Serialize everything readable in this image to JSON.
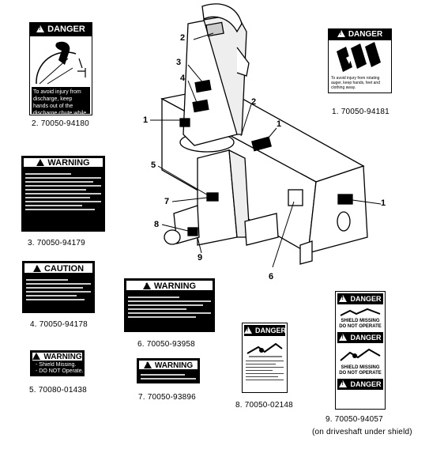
{
  "decals": {
    "d1": {
      "number": "1. 70050-94181",
      "header": "DANGER",
      "text": "To avoid injury from rotating auger, keep hands, feet and clothing away."
    },
    "d2": {
      "number": "2. 70050-94180",
      "header": "DANGER",
      "text": "To avoid injury from discharge, keep hands out of the discharge chute while the engine is running."
    },
    "d3": {
      "number": "3. 70050-94179",
      "header": "WARNING"
    },
    "d4": {
      "number": "4. 70050-94178",
      "header": "CAUTION"
    },
    "d5": {
      "number": "5. 70080-01438",
      "header": "WARNING",
      "line1": "- Shield Missing.",
      "line2": "- DO NOT Operate."
    },
    "d6": {
      "number": "6. 70050-93958",
      "header": "WARNING"
    },
    "d7": {
      "number": "7. 70050-93896",
      "header": "WARNING"
    },
    "d8": {
      "number": "8. 70050-02148",
      "header": "DANGER"
    },
    "d9": {
      "number": "9. 70050-94057",
      "note": "(on driveshaft under shield)",
      "header": "DANGER",
      "line1": "SHIELD MISSING",
      "line2": "DO NOT OPERATE"
    }
  },
  "callouts": [
    "1",
    "2",
    "3",
    "4",
    "1",
    "2",
    "1",
    "1",
    "5",
    "7",
    "8",
    "9",
    "6"
  ],
  "colors": {
    "ink": "#000000",
    "paper": "#ffffff"
  }
}
